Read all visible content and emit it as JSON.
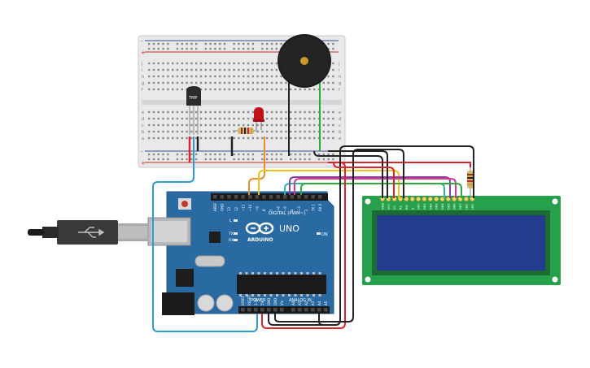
{
  "breadboard": {
    "rows_top": [
      "j",
      "i",
      "h",
      "g",
      "f"
    ],
    "rows_bottom": [
      "e",
      "d",
      "c",
      "b",
      "a"
    ],
    "rail_minus": "-",
    "rail_plus": "+"
  },
  "components": {
    "temp_sensor_label": "TMP"
  },
  "arduino": {
    "model": "UNO",
    "brand": "ARDUINO",
    "digital_label": "DIGITAL (PWM~)",
    "analog_label": "ANALOG IN",
    "power_label": "POWER",
    "on_label": "ON",
    "tx_label": "TX",
    "rx_label": "RX",
    "l_label": "L",
    "digital_pins": [
      "AREF",
      "GND",
      "13",
      "12",
      "~11",
      "~10",
      "~9",
      "8",
      "7",
      "~6",
      "~5",
      "4",
      "~3",
      "2",
      "TX 1",
      "RX 0"
    ],
    "power_pins": [
      "IOREF",
      "RESET",
      "3.3V",
      "5V",
      "GND",
      "GND",
      "Vin"
    ],
    "analog_pins": [
      "A0",
      "A1",
      "A2",
      "A3",
      "A4",
      "A5"
    ]
  },
  "lcd": {
    "pins": [
      "GND",
      "VCC",
      "V0",
      "RS",
      "RW",
      "E",
      "DB0",
      "DB1",
      "DB2",
      "DB3",
      "DB4",
      "DB5",
      "DB6",
      "DB7",
      "LED",
      "LED"
    ]
  },
  "colors": {
    "arduino_board": "#2a6aa3",
    "lcd_board": "#27a04b",
    "lcd_screen": "#243c8f",
    "breadboard": "#e9e9e9",
    "wire_black": "#222222",
    "wire_red": "#d8262b",
    "wire_blue": "#2a9bd6",
    "wire_green": "#2eaa3c",
    "wire_orange": "#e7902b",
    "wire_yellow": "#f0c419",
    "wire_purple": "#8e3bb0",
    "wire_pink": "#d63a8b",
    "wire_teal": "#2fb7a6"
  }
}
